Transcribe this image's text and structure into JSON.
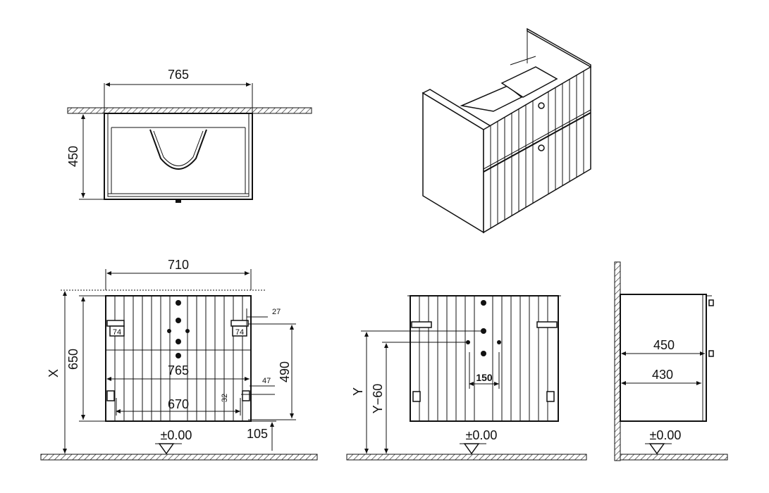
{
  "top_view": {
    "width_label": "765",
    "depth_label": "450"
  },
  "front_view": {
    "top_width": "710",
    "height_x": "X",
    "height_650": "650",
    "side_27": "27",
    "inner_74_left": "74",
    "inner_74_right": "74",
    "width_765": "765",
    "width_670": "670",
    "dim_47": "47",
    "dim_32": "32",
    "height_490": "490",
    "dim_105": "105",
    "floor_level": "±0.00"
  },
  "mid_view": {
    "label_y": "Y",
    "label_y60": "Y−60",
    "dim_150": "150",
    "floor_level": "±0.00"
  },
  "side_view": {
    "depth_450": "450",
    "depth_430": "430",
    "floor_level": "±0.00"
  }
}
